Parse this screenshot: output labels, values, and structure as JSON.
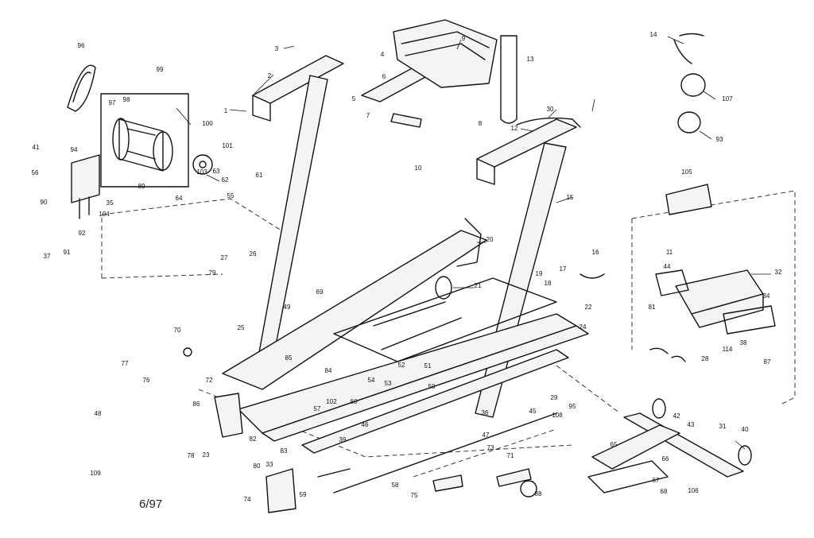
{
  "footer_date": "6/97",
  "callouts": [
    "1",
    "2",
    "3",
    "4",
    "5",
    "6",
    "7",
    "8",
    "9",
    "10",
    "11",
    "12",
    "13",
    "14",
    "15",
    "16",
    "17",
    "18",
    "19",
    "20",
    "21",
    "22",
    "23",
    "24",
    "25",
    "26",
    "27",
    "28",
    "29",
    "30",
    "31",
    "32",
    "33",
    "34",
    "35",
    "36",
    "37",
    "38",
    "39",
    "40",
    "41",
    "42",
    "43",
    "44",
    "45",
    "46",
    "47",
    "48",
    "49",
    "50",
    "51",
    "52",
    "53",
    "54",
    "55",
    "56",
    "57",
    "58",
    "59",
    "60",
    "61",
    "62",
    "63",
    "64",
    "65",
    "66",
    "67",
    "68",
    "69",
    "70",
    "71",
    "72",
    "73",
    "74",
    "75",
    "76",
    "77",
    "78",
    "79",
    "80",
    "81",
    "82",
    "83",
    "84",
    "85",
    "86",
    "87",
    "88",
    "89",
    "90",
    "91",
    "92",
    "93",
    "94",
    "95",
    "96",
    "97",
    "98",
    "99",
    "100",
    "101",
    "102",
    "103",
    "104",
    "105",
    "106",
    "107",
    "108",
    "109",
    "114"
  ]
}
